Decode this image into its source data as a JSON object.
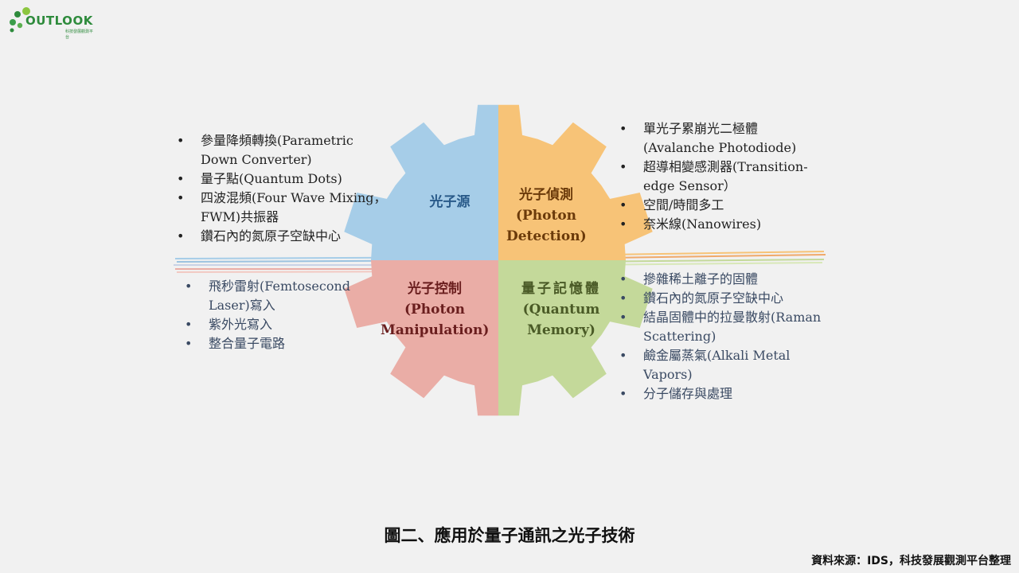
{
  "logo": {
    "wordmark": "OUTLOOK",
    "subtitle": "科技發展觀測平台"
  },
  "colors": {
    "tl": "#a6cde8",
    "tr": "#f7c377",
    "bl": "#eaada6",
    "br": "#c4d99a",
    "page_bg": "#f1f1f1"
  },
  "gear": {
    "quadrants": {
      "top_left": {
        "lines": [
          "光子源"
        ]
      },
      "top_right": {
        "lines": [
          "光子偵測",
          "(Photon",
          "Detection)"
        ]
      },
      "bottom_left": {
        "lines": [
          "光子控制",
          "(Photon",
          "Manipulation)"
        ]
      },
      "bottom_right": {
        "lines": [
          "量子記憶體",
          "(Quantum",
          "Memory)"
        ]
      }
    }
  },
  "lists": {
    "top_left": [
      "參量降頻轉換(Parametric Down Converter)",
      "量子點(Quantum Dots)",
      "四波混頻(Four Wave Mixing，FWM)共振器",
      "鑽石內的氮原子空缺中心"
    ],
    "top_right": [
      "單光子累崩光二極體(Avalanche Photodiode)",
      "超導相變感測器(Transition-edge Sensor）",
      "空間/時間多工",
      "奈米線(Nanowires)"
    ],
    "bottom_left": [
      "飛秒雷射(Femtosecond Laser)寫入",
      "紫外光寫入",
      "整合量子電路"
    ],
    "bottom_right": [
      "摻雜稀土離子的固體",
      "鑽石內的氮原子空缺中心",
      "結晶固體中的拉曼散射(Raman Scattering)",
      "鹼金屬蒸氣(Alkali Metal Vapors)",
      "分子儲存與處理"
    ]
  },
  "caption": "圖二、應用於量子通訊之光子技術",
  "source": "資料來源：IDS，科技發展觀測平台整理"
}
